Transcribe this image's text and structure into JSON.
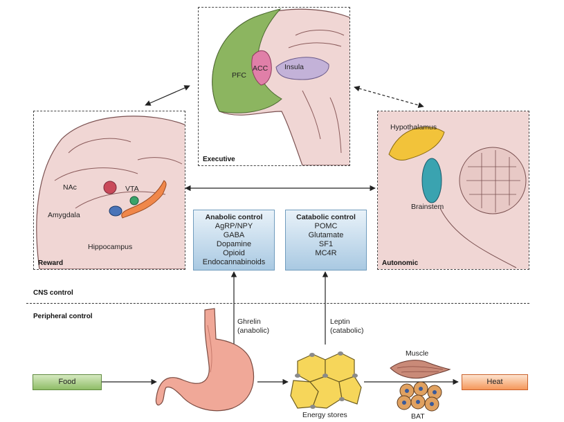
{
  "panels": {
    "executive": {
      "title": "Executive",
      "labels": {
        "pfc": "PFC",
        "acc": "ACC",
        "insula": "Insula"
      }
    },
    "reward": {
      "title": "Reward",
      "labels": {
        "nac": "NAc",
        "vta": "VTA",
        "amygdala": "Amygdala",
        "hippocampus": "Hippocampus"
      }
    },
    "autonomic": {
      "title": "Autonomic",
      "labels": {
        "hypothalamus": "Hypothalamus",
        "brainstem": "Brainstem"
      }
    }
  },
  "control_boxes": {
    "anabolic": {
      "title": "Anabolic control",
      "items": [
        "AgRP/NPY",
        "GABA",
        "Dopamine",
        "Opioid",
        "Endocannabinoids"
      ]
    },
    "catabolic": {
      "title": "Catabolic control",
      "items": [
        "POMC",
        "Glutamate",
        "SF1",
        "MC4R"
      ]
    }
  },
  "sections": {
    "cns": "CNS control",
    "peripheral": "Peripheral control"
  },
  "signals": {
    "ghrelin": {
      "line1": "Ghrelin",
      "line2": "(anabolic)"
    },
    "leptin": {
      "line1": "Leptin",
      "line2": "(catabolic)"
    }
  },
  "peripheral": {
    "food": "Food",
    "energy_stores": "Energy stores",
    "muscle": "Muscle",
    "bat": "BAT",
    "heat": "Heat"
  },
  "colors": {
    "brain": "#f0d6d4",
    "pfc": "#8cb560",
    "acc": "#e07fa8",
    "insula": "#c3b2d8",
    "nac": "#c94a5a",
    "vta": "#3aa36a",
    "amygdala": "#4a74b8",
    "hippocampus": "#f0874a",
    "hypothalamus": "#f2c33a",
    "brainstem": "#3aa3b0"
  }
}
